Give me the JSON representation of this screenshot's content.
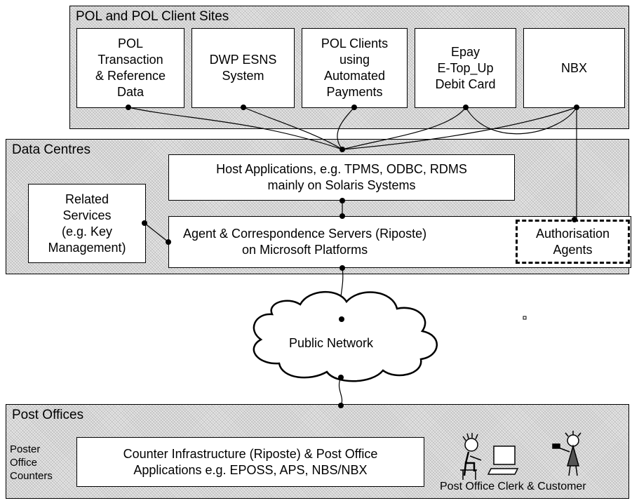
{
  "regions": {
    "client_sites": "POL and POL Client Sites",
    "data_centres": "Data Centres",
    "post_offices": "Post Offices"
  },
  "client_boxes": {
    "pol_transaction": "POL\nTransaction\n& Reference\nData",
    "dwp_esns": "DWP ESNS\nSystem",
    "pol_clients": "POL Clients\nusing\nAutomated\nPayments",
    "epay": "Epay\nE-Top_Up\nDebit Card",
    "nbx": "NBX"
  },
  "data_centre_boxes": {
    "host_applications": "Host Applications, e.g. TPMS, ODBC, RDMS\nmainly on Solaris Systems",
    "related_services": "Related\nServices\n(e.g. Key\nManagement)",
    "agent_servers": "Agent & Correspondence Servers (Riposte)\non Microsoft Platforms",
    "authorisation_agents": "Authorisation\nAgents"
  },
  "network": {
    "label": "Public Network"
  },
  "post_office": {
    "counters_label": "Poster\nOffice\nCounters",
    "counter_infrastructure": "Counter Infrastructure (Riposte) & Post Office\nApplications e.g. EPOSS, APS, NBS/NBX",
    "people_caption": "Post Office Clerk & Customer"
  }
}
